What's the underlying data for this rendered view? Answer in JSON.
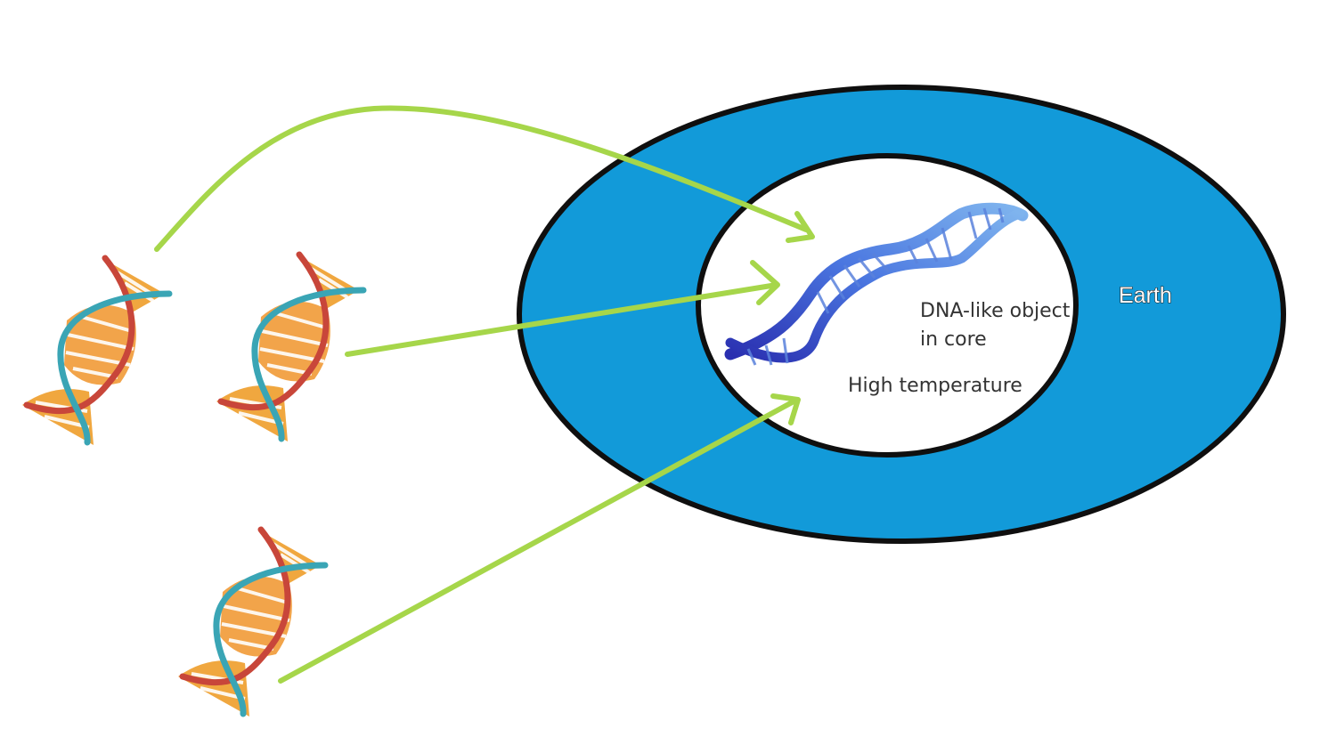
{
  "diagram": {
    "earth_label": "Earth",
    "core_label_line1": "DNA-like object",
    "core_label_line2": "in core",
    "temperature_label": "High temperature",
    "colors": {
      "mantle_blue": "#129ad9",
      "outline": "#0f0f0f",
      "arrow_green": "#a6d64a",
      "dna_orange": "#f0a040",
      "dna_teal": "#3aa5b5",
      "dna_red": "#c8463a",
      "core_dna_blue": "#3f66d6"
    },
    "icons": [
      "dna-icon",
      "dna-icon",
      "dna-icon",
      "core-dna-icon"
    ]
  }
}
